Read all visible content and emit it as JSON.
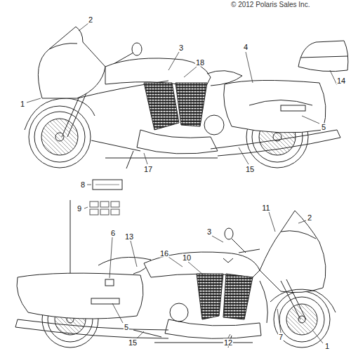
{
  "diagram": {
    "labels": [
      "© 2012 Polaris Sales Inc.",
      "2",
      "3",
      "18",
      "4",
      "1",
      "14",
      "5",
      "17",
      "15",
      "8",
      "11",
      "2",
      "9",
      "3",
      "6",
      "13",
      "16",
      "10",
      "5",
      "15",
      "12",
      "7",
      "1"
    ]
  }
}
